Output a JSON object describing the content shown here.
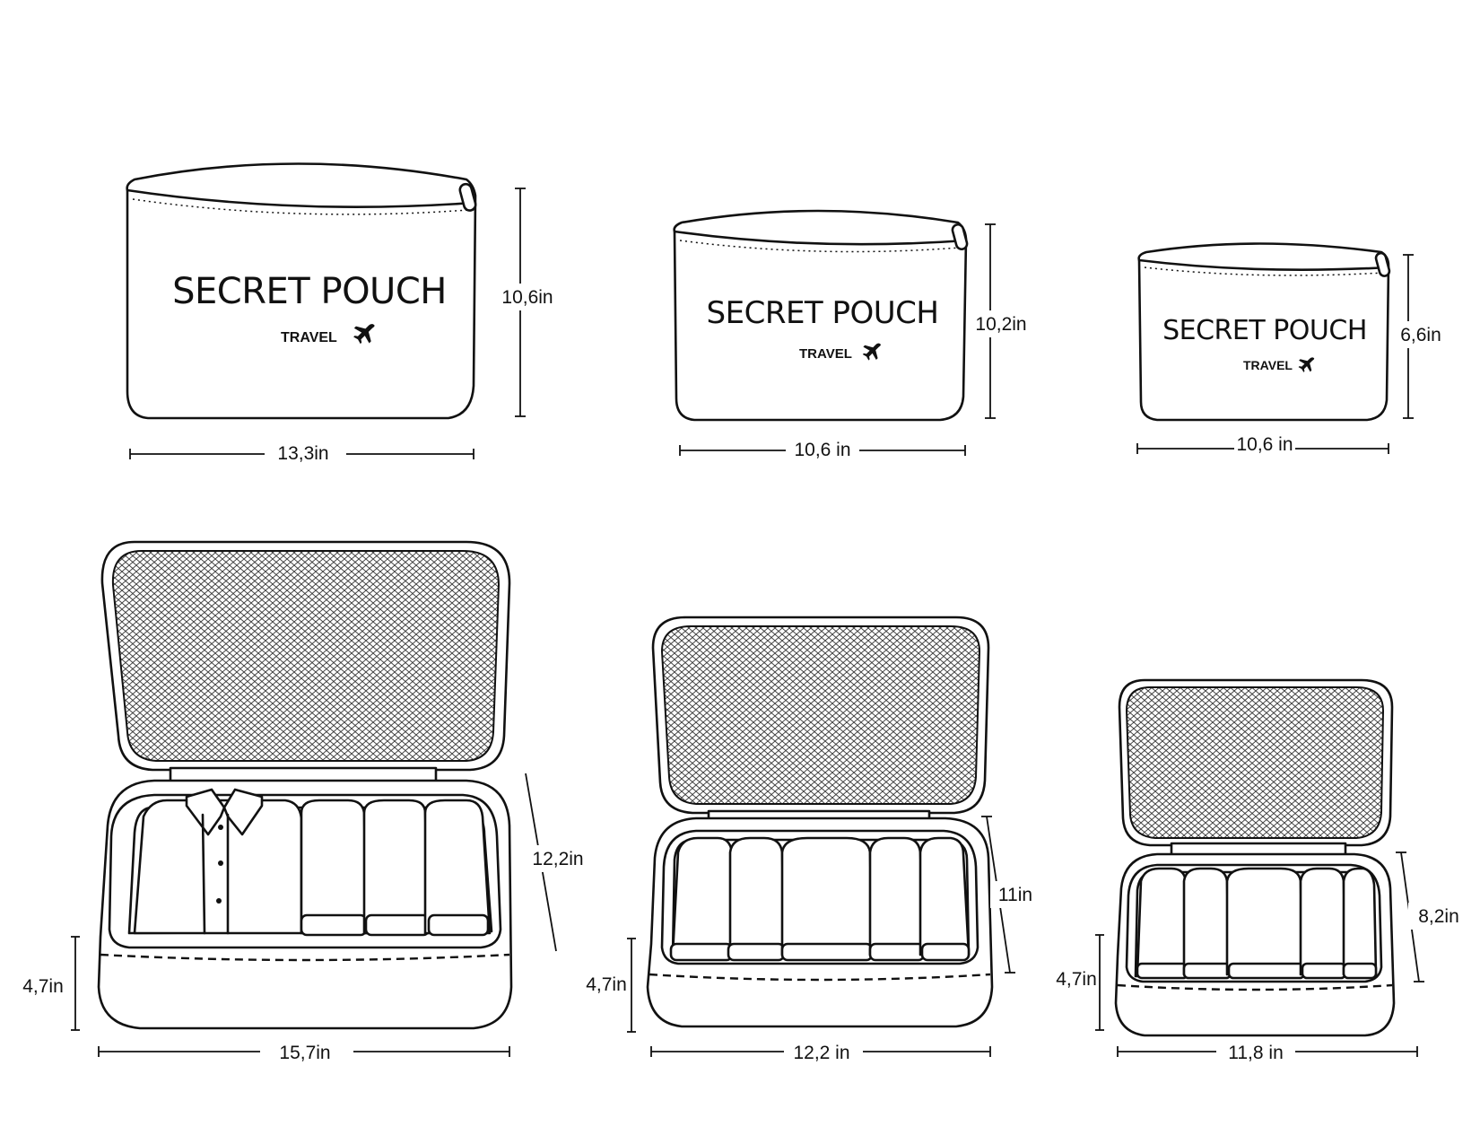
{
  "pouches": [
    {
      "brand": "SECRET POUCH",
      "sub": "TRAVEL",
      "height": "10,6in",
      "width": "13,3in",
      "icon": "airplane-icon"
    },
    {
      "brand": "SECRET POUCH",
      "sub": "TRAVEL",
      "height": "10,2in",
      "width": "10,6 in",
      "icon": "airplane-icon"
    },
    {
      "brand": "SECRET POUCH",
      "sub": "TRAVEL",
      "height": "6,6in",
      "width": "10,6 in",
      "icon": "airplane-icon"
    }
  ],
  "cubes": [
    {
      "depth": "12,2in",
      "height": "4,7in",
      "width": "15,7in"
    },
    {
      "depth": "11in",
      "height": "4,7in",
      "width": "12,2 in"
    },
    {
      "depth": "8,2in",
      "height": "4,7in",
      "width": "11,8 in"
    }
  ],
  "colors": {
    "line": "#111111",
    "background": "#ffffff"
  }
}
